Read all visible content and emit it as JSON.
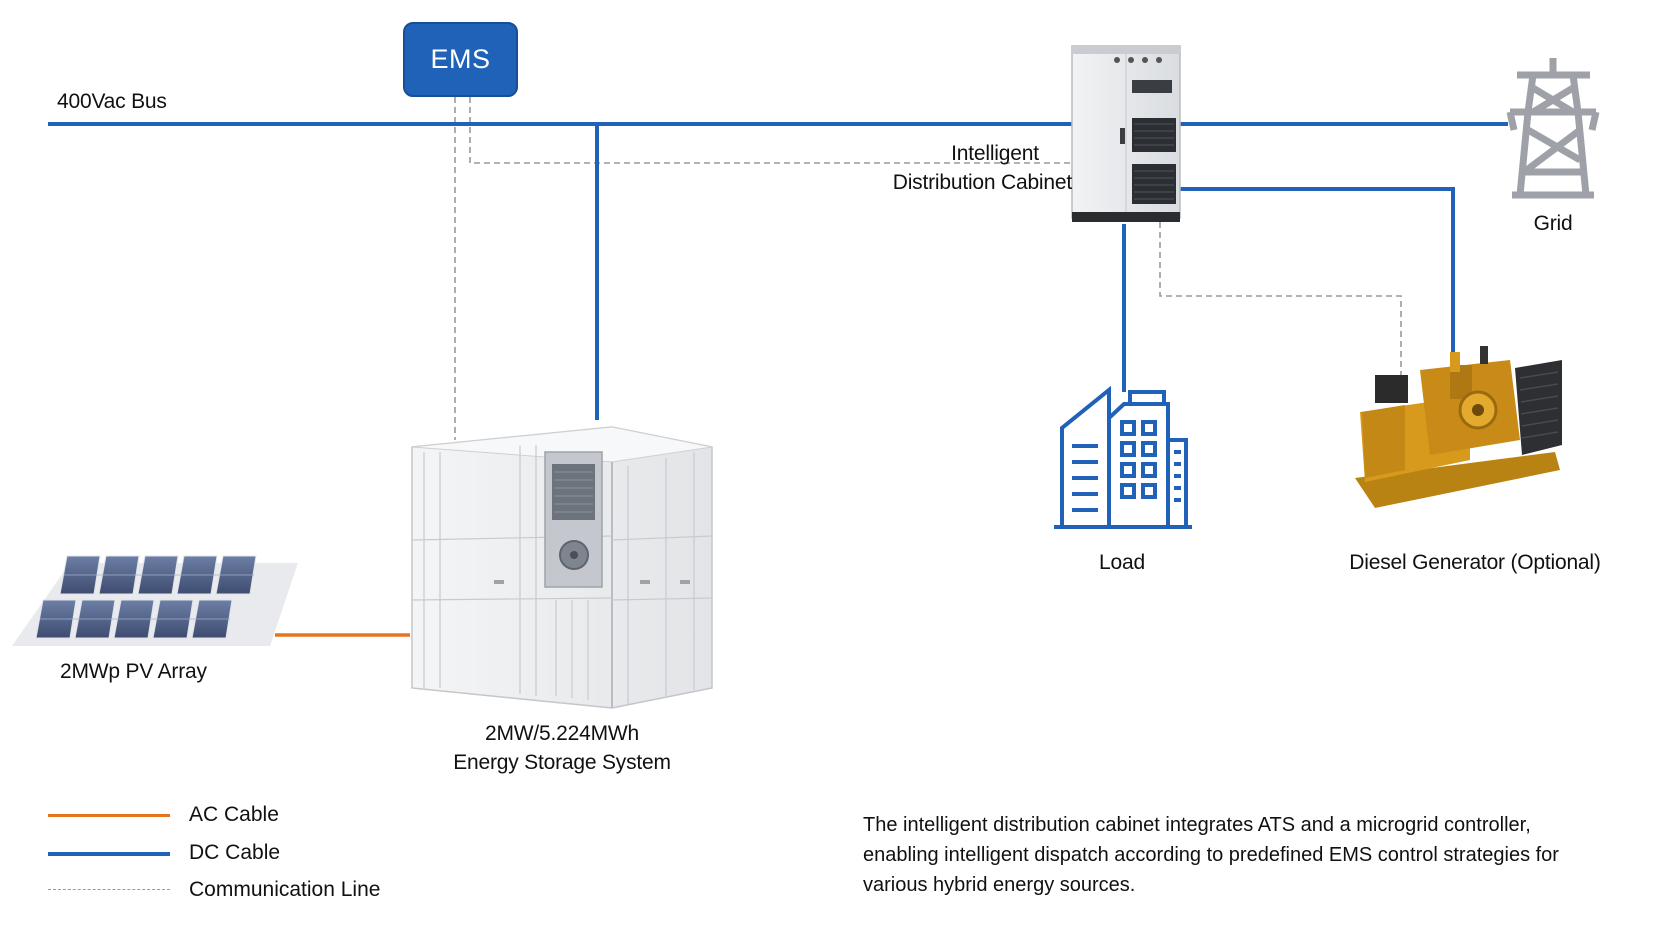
{
  "colors": {
    "ac_cable": "#e8731e",
    "dc_cable": "#1f62b8",
    "communication_line": "#9a9a9a",
    "ems_box": "#1f62b8",
    "generator": "#d79a1c"
  },
  "bus": {
    "label": "400Vac   Bus"
  },
  "ems": {
    "label": "EMS"
  },
  "nodes": {
    "cabinet": {
      "label_line1": "Intelligent",
      "label_line2": "Distribution Cabinet"
    },
    "grid": {
      "label": "Grid"
    },
    "load": {
      "label": "Load"
    },
    "generator": {
      "label": "Diesel Generator (Optional)"
    },
    "pv": {
      "label": "2MWp PV Array"
    },
    "ess": {
      "label_line1": "2MW/5.224MWh",
      "label_line2": "Energy Storage System"
    }
  },
  "legend": [
    {
      "label": "AC Cable",
      "style": "ac"
    },
    {
      "label": "DC Cable",
      "style": "dc"
    },
    {
      "label": "Communication Line",
      "style": "comm"
    }
  ],
  "description": "The intelligent distribution cabinet integrates ATS and a microgrid controller, enabling intelligent dispatch according to predefined EMS control strategies for various hybrid energy sources."
}
